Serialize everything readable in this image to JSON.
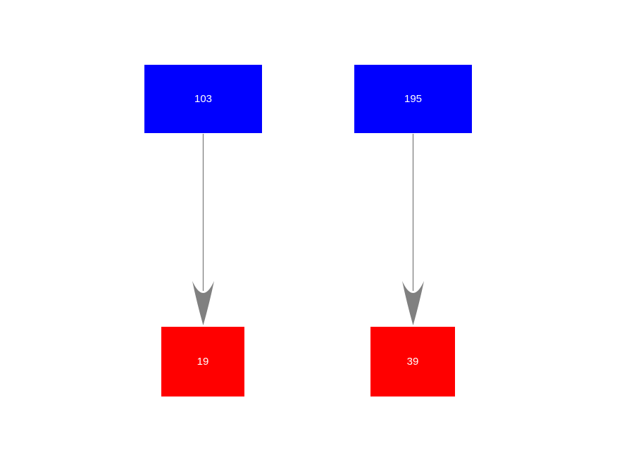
{
  "diagram": {
    "background_color": "#ffffff",
    "node_text_color": "#ffffff",
    "top_node_color": "#0000ff",
    "bottom_node_color": "#ff0000",
    "arrow_color": "#808080",
    "nodes": [
      {
        "id": "top-left",
        "label": "103",
        "color": "#0000ff"
      },
      {
        "id": "top-right",
        "label": "195",
        "color": "#0000ff"
      },
      {
        "id": "bottom-left",
        "label": "19",
        "color": "#ff0000"
      },
      {
        "id": "bottom-right",
        "label": "39",
        "color": "#ff0000"
      }
    ],
    "edges": [
      {
        "from": "103",
        "to": "19",
        "color": "#808080",
        "direction": "down"
      },
      {
        "from": "195",
        "to": "39",
        "color": "#808080",
        "direction": "down"
      }
    ]
  }
}
